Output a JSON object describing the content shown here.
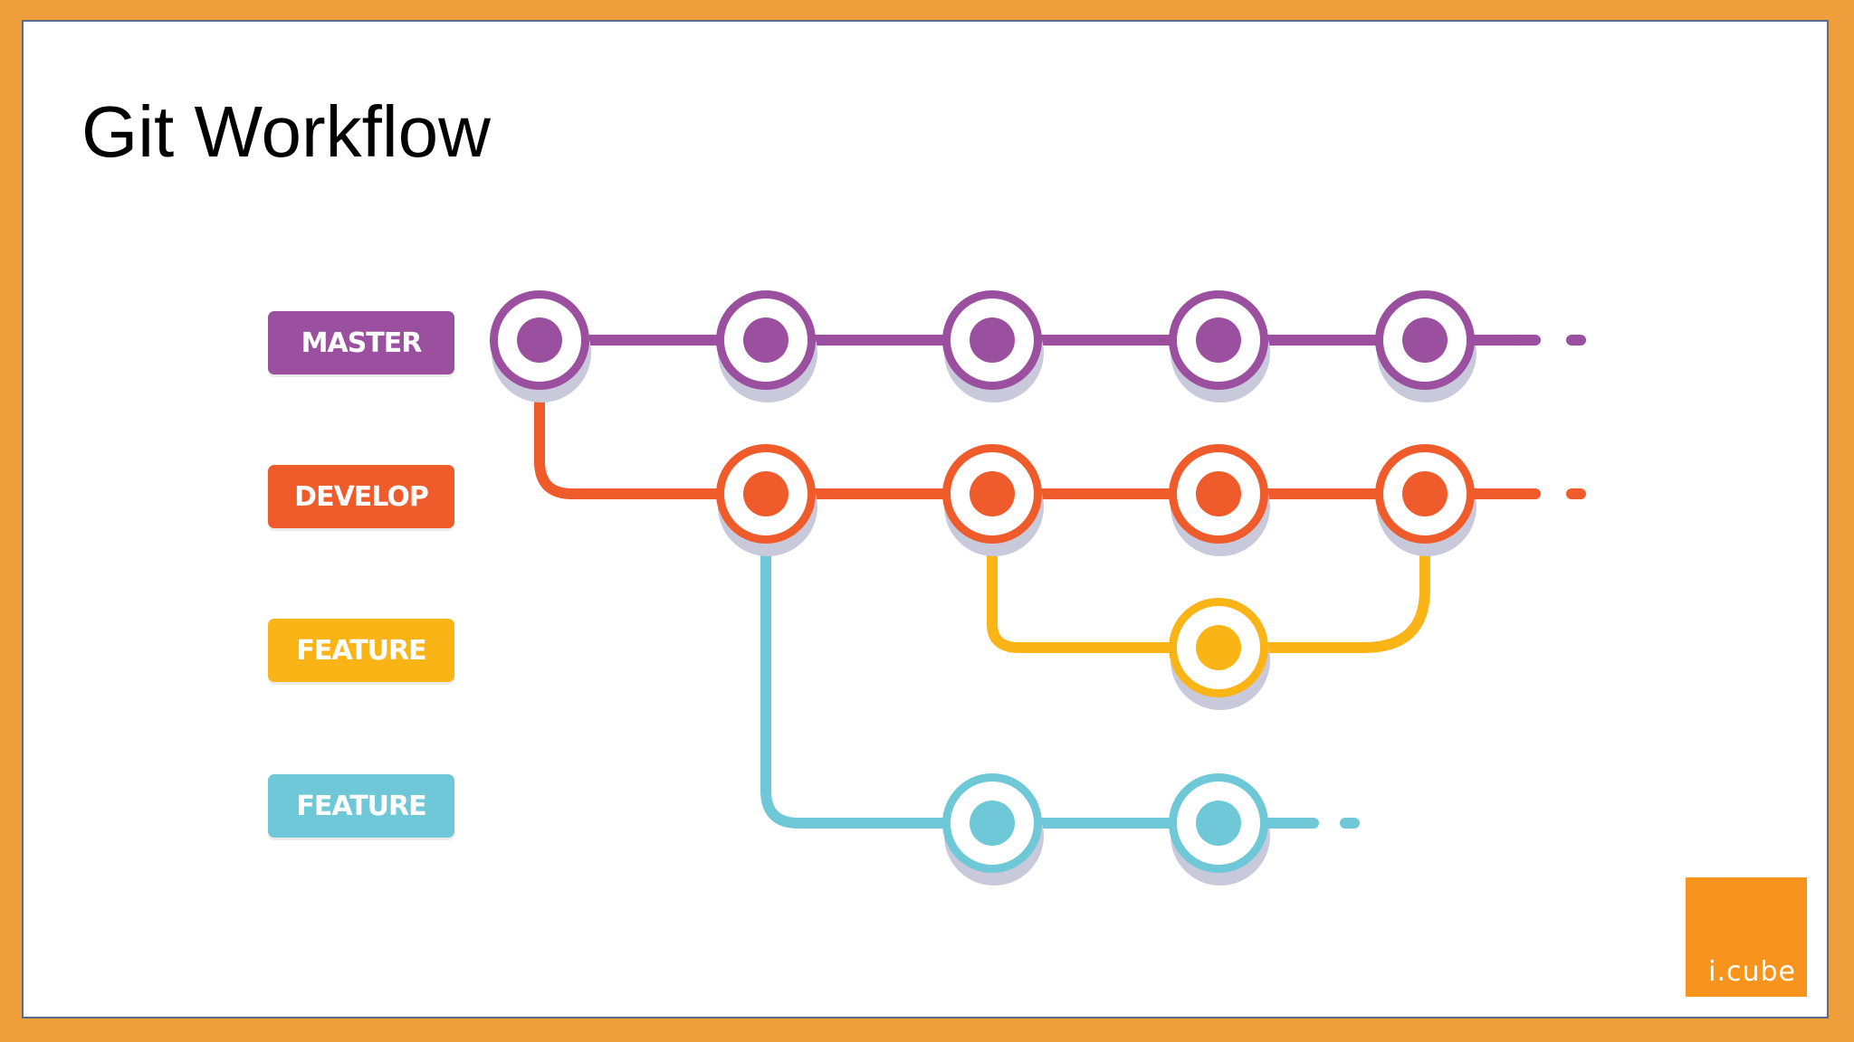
{
  "title": "Git Workflow",
  "branches": [
    {
      "id": "master",
      "label": "MASTER",
      "color": "#9b4f9f"
    },
    {
      "id": "develop",
      "label": "DEVELOP",
      "color": "#ef5b2b"
    },
    {
      "id": "feature1",
      "label": "FEATURE",
      "color": "#fbb416"
    },
    {
      "id": "feature2",
      "label": "FEATURE",
      "color": "#6ec8d8"
    }
  ],
  "logo": {
    "text": "i.cube",
    "color": "#f7941d"
  },
  "colors": {
    "frame": "#ef9e3c",
    "slide_border": "#5a6b8a",
    "commit_shadow": "#c9c9dc"
  }
}
